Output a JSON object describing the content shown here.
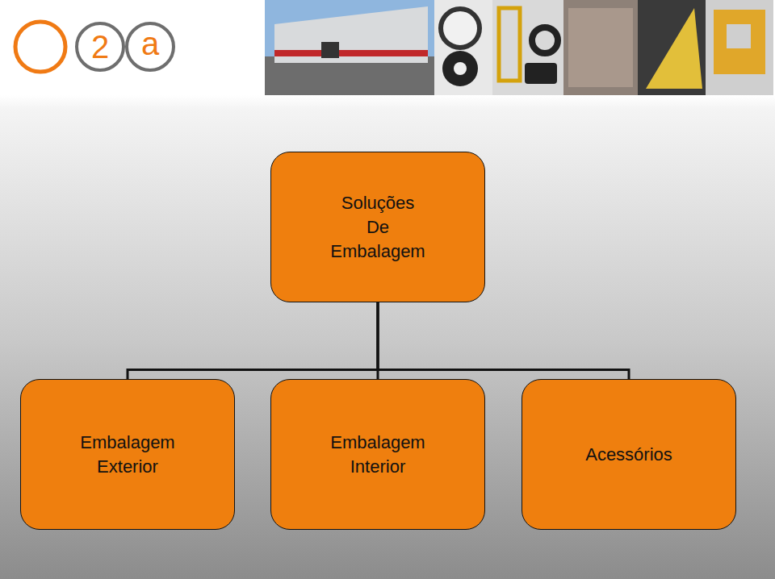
{
  "diagram": {
    "nodes": [
      {
        "text": [
          "Soluções De Embalagem"
        ]
      },
      {
        "text": [
          "Embalagem Exterior"
        ]
      },
      {
        "text": [
          "Embalagem Interior"
        ]
      },
      {
        "text": [
          "Acessórios"
        ]
      }
    ],
    "edges": [
      {
        "from": 0,
        "to": 1,
        "arrow": "none"
      },
      {
        "from": 0,
        "to": 2,
        "arrow": "none"
      },
      {
        "from": 0,
        "to": 3,
        "arrow": "none"
      }
    ],
    "labels": [
      "2",
      "a"
    ]
  }
}
